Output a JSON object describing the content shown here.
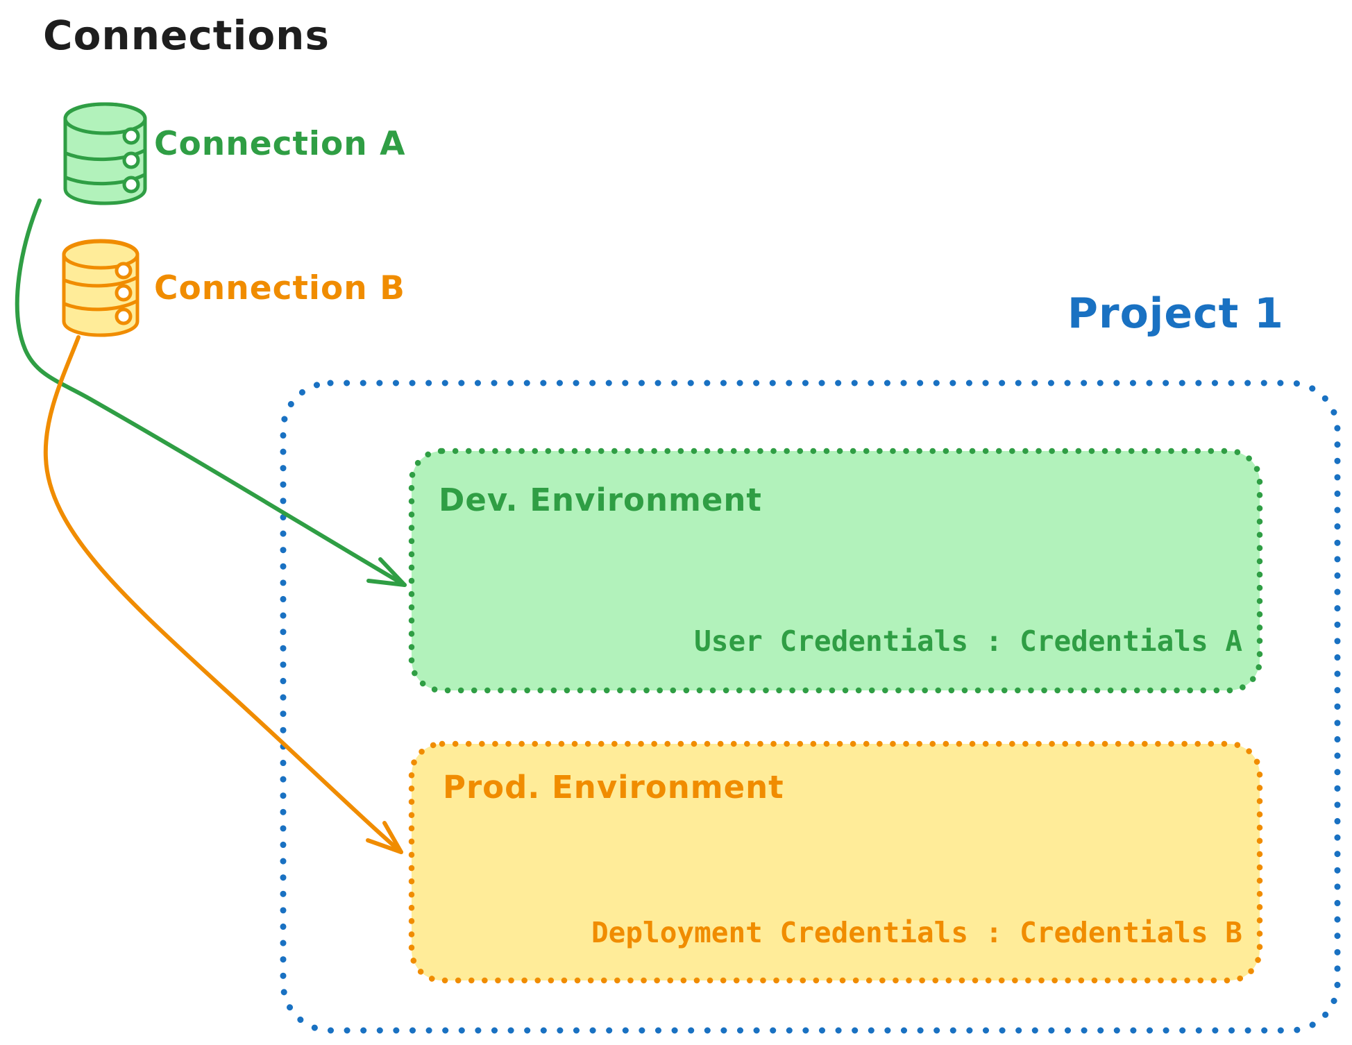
{
  "title": {
    "text": "Connections",
    "color": "#1e1e1e"
  },
  "connections": [
    {
      "label": "Connection A",
      "icon": "database-icon",
      "color": "#2f9e44",
      "fill": "#b2f2bb"
    },
    {
      "label": "Connection B",
      "icon": "database-icon",
      "color": "#f08c00",
      "fill": "#ffec99"
    }
  ],
  "project": {
    "label": "Project 1",
    "color": "#1971c2",
    "environments": [
      {
        "title": "Dev. Environment",
        "credentials_label": "User Credentials : Credentials A",
        "color": "#2f9e44",
        "fill": "#b2f2bb"
      },
      {
        "title": "Prod. Environment",
        "credentials_label": "Deployment Credentials : Credentials B",
        "color": "#f08c00",
        "fill": "#ffec99"
      }
    ]
  },
  "arrows": [
    {
      "from": "Connection A",
      "to": "Dev. Environment",
      "color": "#2f9e44"
    },
    {
      "from": "Connection B",
      "to": "Prod. Environment",
      "color": "#f08c00"
    }
  ]
}
